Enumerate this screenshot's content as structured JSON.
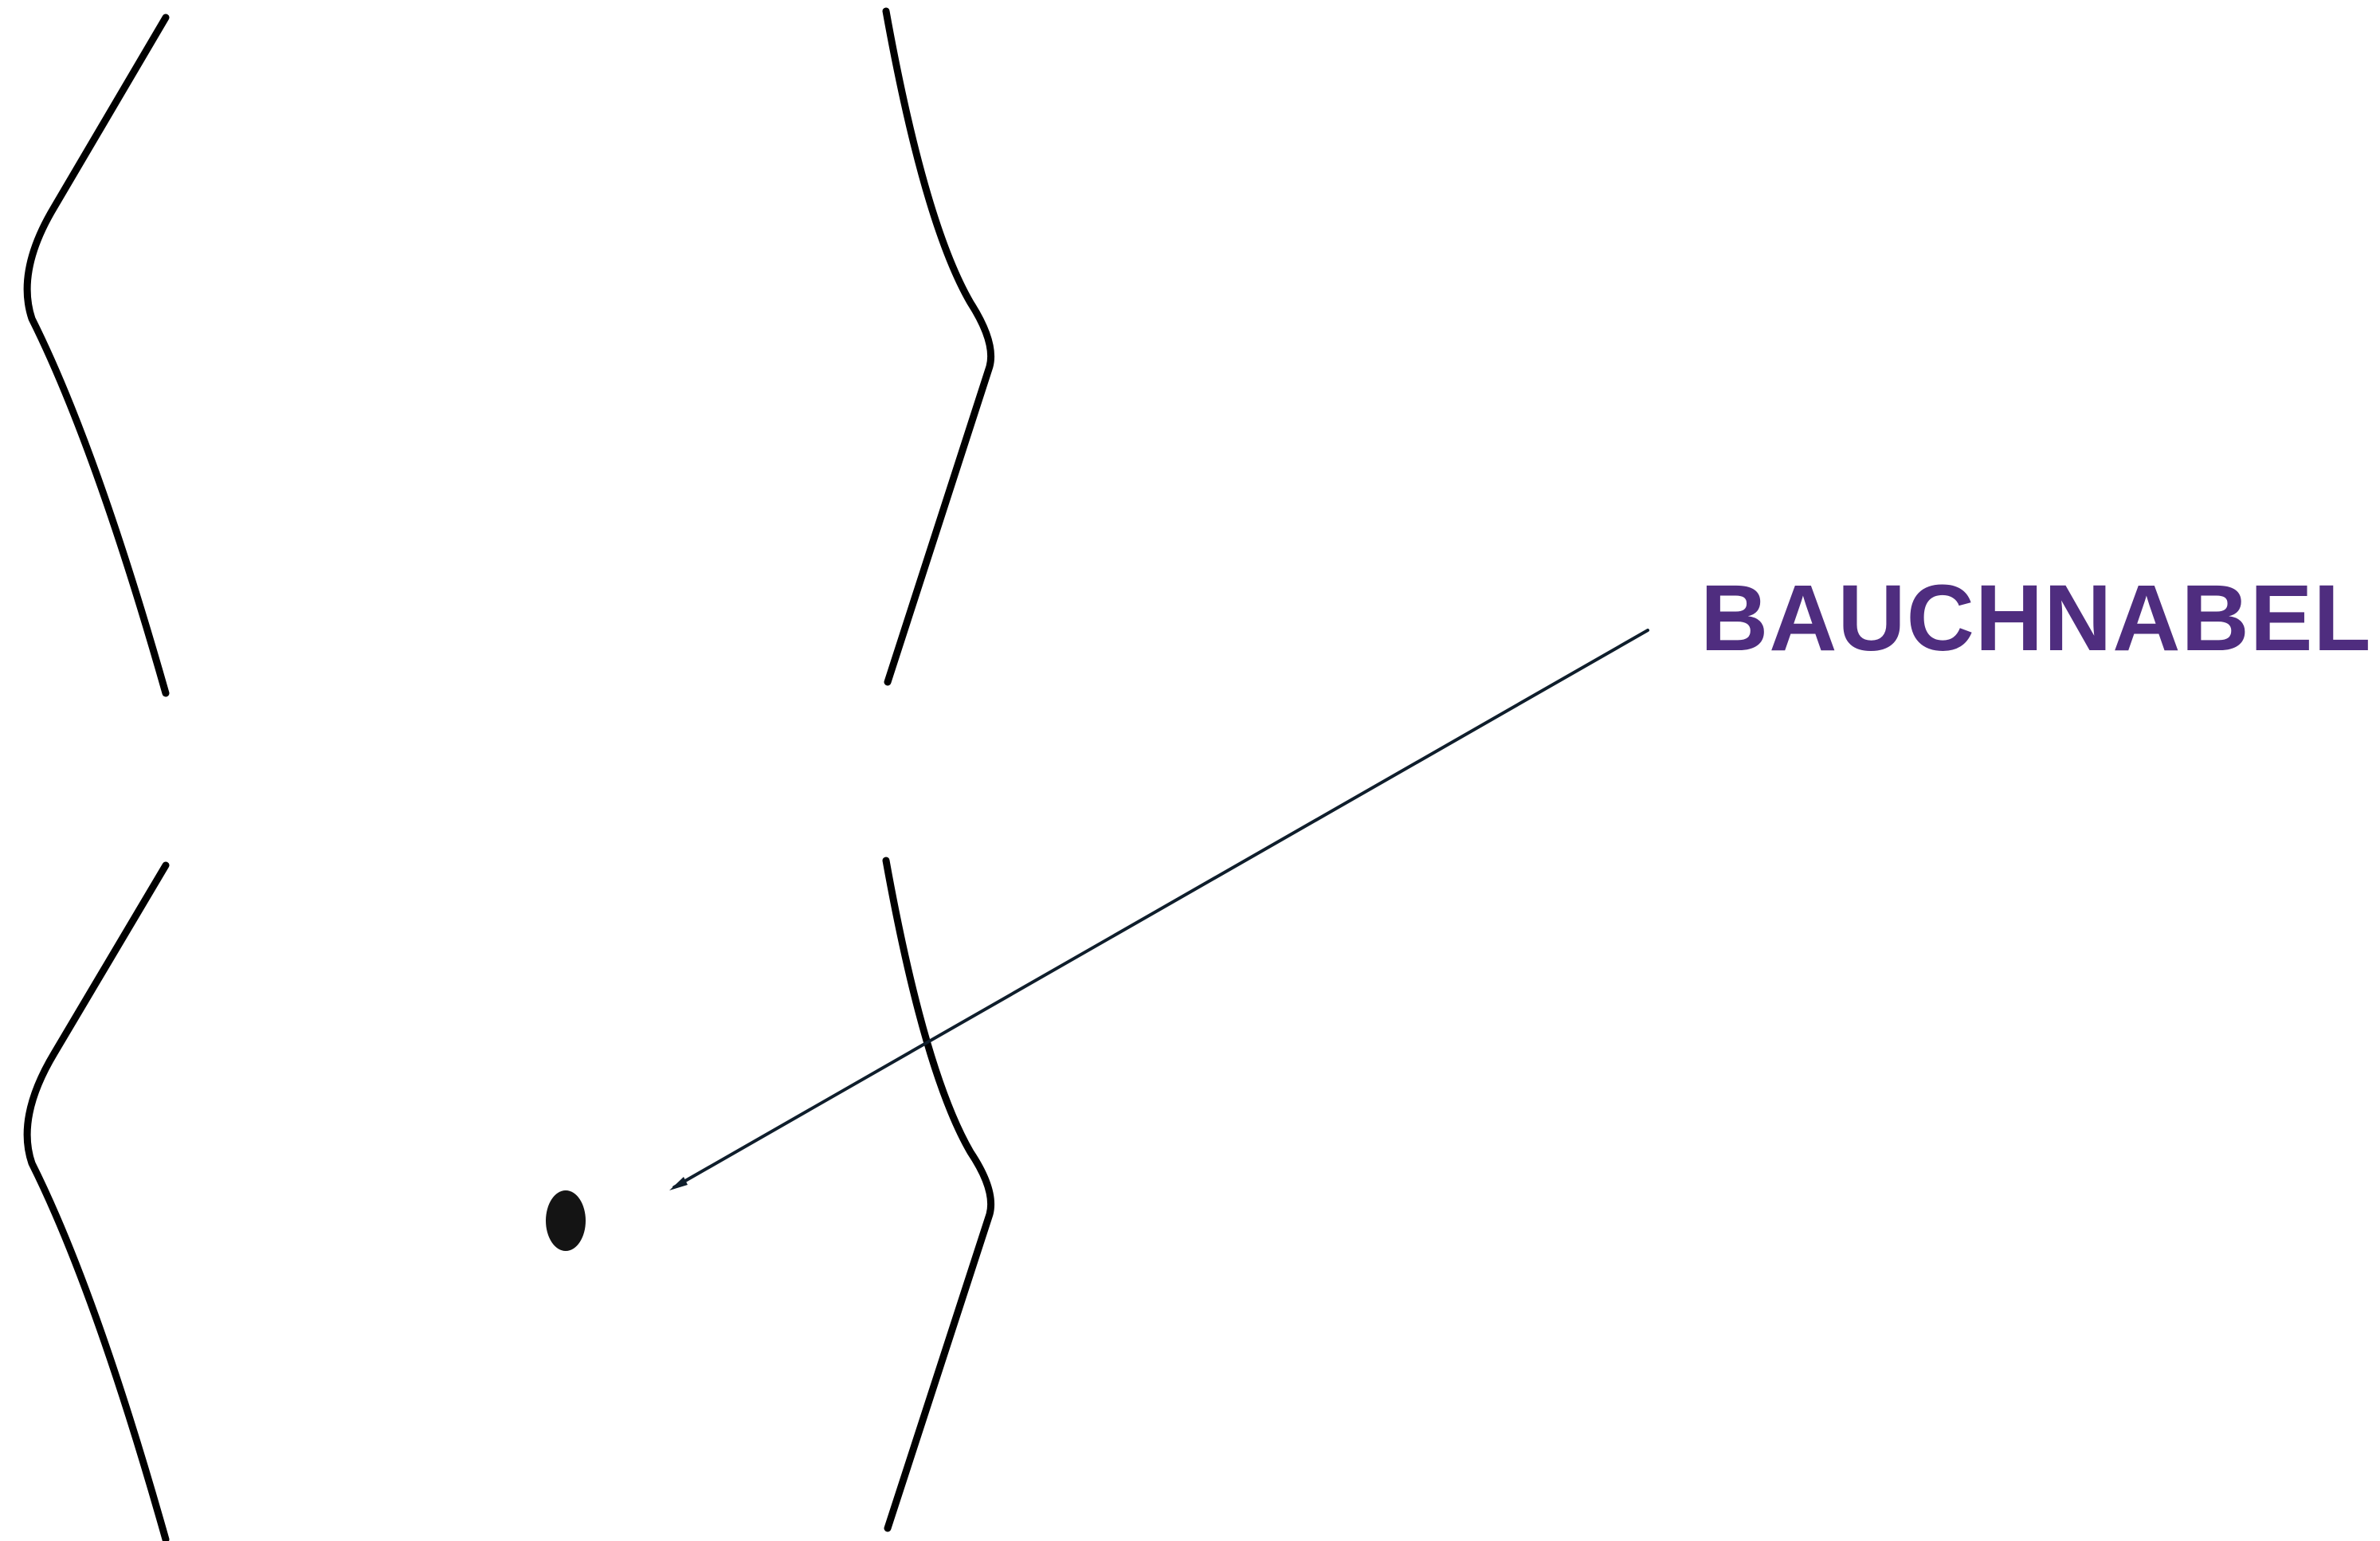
{
  "label": {
    "text": "BAUCHNABEL",
    "color": "#4f2d7f"
  },
  "colors": {
    "outline": "#000000",
    "pointer": "#0f1e2c",
    "navel": "#141414",
    "background": "#ffffff"
  },
  "figure": {
    "count": 2,
    "navel_marked_in": "lower-figure"
  }
}
